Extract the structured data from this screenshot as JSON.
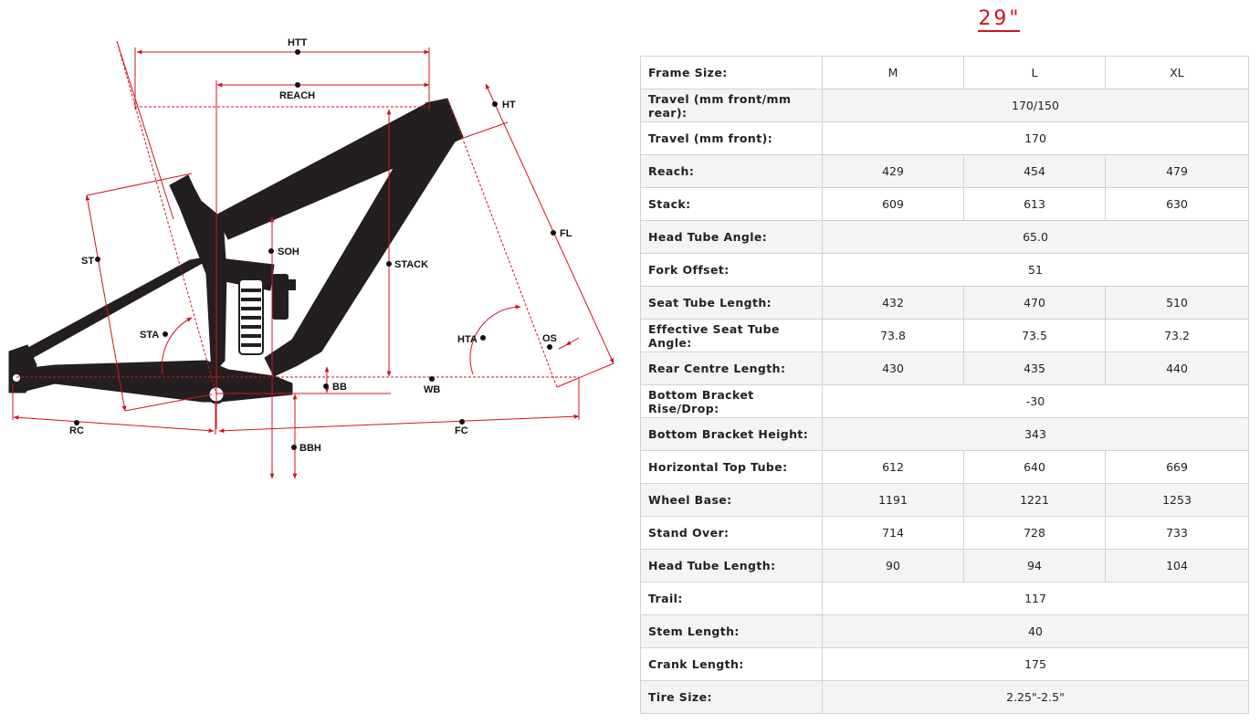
{
  "heading": "29\"",
  "diagram_labels": {
    "htt": "HTT",
    "reach": "REACH",
    "ht": "HT",
    "st": "ST",
    "soh": "SOH",
    "stack": "STACK",
    "fl": "FL",
    "sta": "STA",
    "hta": "HTA",
    "os": "OS",
    "bb": "BB",
    "wb": "WB",
    "rc": "RC",
    "fc": "FC",
    "bbh": "BBH"
  },
  "colors": {
    "accent": "#d0141b",
    "frame": "#231f20"
  },
  "table": {
    "sizes": [
      "M",
      "L",
      "XL"
    ],
    "rows": [
      {
        "label": "Frame Size:",
        "values": [
          "M",
          "L",
          "XL"
        ]
      },
      {
        "label": "Travel (mm front/mm rear):",
        "values": [
          "170/150"
        ]
      },
      {
        "label": "Travel (mm front):",
        "values": [
          "170"
        ]
      },
      {
        "label": "Reach:",
        "values": [
          "429",
          "454",
          "479"
        ]
      },
      {
        "label": "Stack:",
        "values": [
          "609",
          "613",
          "630"
        ]
      },
      {
        "label": "Head Tube Angle:",
        "values": [
          "65.0"
        ]
      },
      {
        "label": "Fork Offset:",
        "values": [
          "51"
        ]
      },
      {
        "label": "Seat Tube Length:",
        "values": [
          "432",
          "470",
          "510"
        ]
      },
      {
        "label": "Effective Seat Tube Angle:",
        "values": [
          "73.8",
          "73.5",
          "73.2"
        ]
      },
      {
        "label": "Rear Centre Length:",
        "values": [
          "430",
          "435",
          "440"
        ]
      },
      {
        "label": "Bottom Bracket Rise/Drop:",
        "values": [
          "-30"
        ]
      },
      {
        "label": "Bottom Bracket Height:",
        "values": [
          "343"
        ]
      },
      {
        "label": "Horizontal Top Tube:",
        "values": [
          "612",
          "640",
          "669"
        ]
      },
      {
        "label": "Wheel Base:",
        "values": [
          "1191",
          "1221",
          "1253"
        ]
      },
      {
        "label": "Stand Over:",
        "values": [
          "714",
          "728",
          "733"
        ]
      },
      {
        "label": "Head Tube Length:",
        "values": [
          "90",
          "94",
          "104"
        ]
      },
      {
        "label": "Trail:",
        "values": [
          "117"
        ]
      },
      {
        "label": "Stem Length:",
        "values": [
          "40"
        ]
      },
      {
        "label": "Crank Length:",
        "values": [
          "175"
        ]
      },
      {
        "label": "Tire Size:",
        "values": [
          "2.25\"-2.5\""
        ]
      }
    ]
  }
}
